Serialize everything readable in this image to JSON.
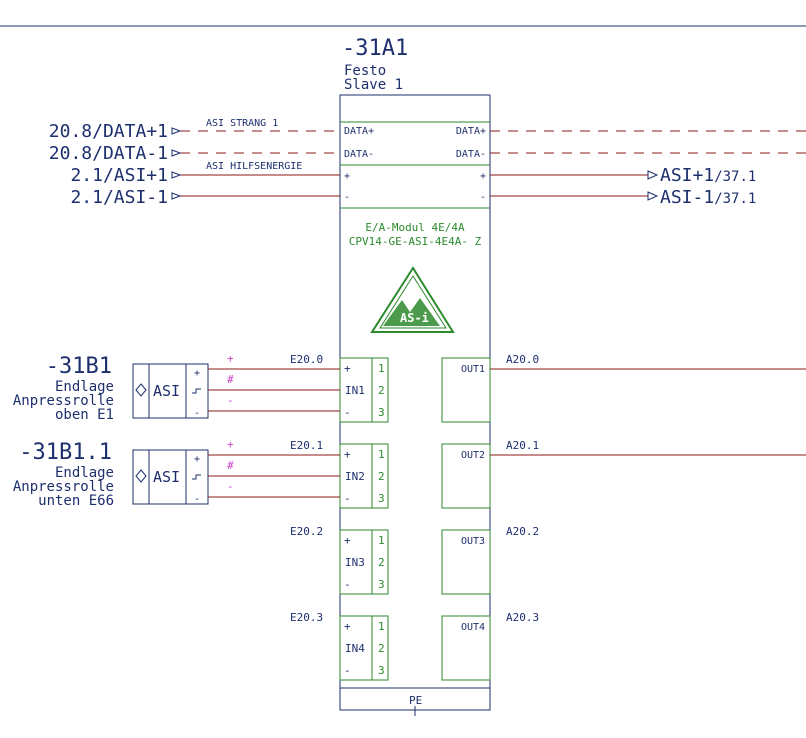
{
  "module": {
    "designation": "-31A1",
    "manufacturer": "Festo",
    "slave": "Slave 1",
    "type_line1": "E/A-Modul 4E/4A",
    "type_line2": "CPV14-GE-ASI-4E4A- Z",
    "logo_text": "AS-i",
    "pe_label": "PE"
  },
  "bus": {
    "left_refs": [
      "20.8/DATA+1",
      "20.8/DATA-1",
      "2.1/ASI+1",
      "2.1/ASI-1"
    ],
    "left_pins": [
      "DATA+",
      "DATA-",
      "+",
      "-"
    ],
    "right_pins": [
      "DATA+",
      "DATA-",
      "+",
      "-"
    ],
    "right_refs": [
      "ASI+1",
      "ASI-1"
    ],
    "right_ref_suffix": [
      "/37.1",
      "/37.1"
    ],
    "strang_label": "ASI STRANG 1",
    "hilfs_label": "ASI HILFSENERGIE"
  },
  "inputs": [
    {
      "addr": "E20.0",
      "label": "IN1",
      "pins": [
        "+",
        "-"
      ],
      "nums": [
        "1",
        "2",
        "3"
      ]
    },
    {
      "addr": "E20.1",
      "label": "IN2",
      "pins": [
        "+",
        "-"
      ],
      "nums": [
        "1",
        "2",
        "3"
      ]
    },
    {
      "addr": "E20.2",
      "label": "IN3",
      "pins": [
        "+",
        "-"
      ],
      "nums": [
        "1",
        "2",
        "3"
      ]
    },
    {
      "addr": "E20.3",
      "label": "IN4",
      "pins": [
        "+",
        "-"
      ],
      "nums": [
        "1",
        "2",
        "3"
      ]
    }
  ],
  "outputs": [
    {
      "addr": "A20.0",
      "label": "OUT1"
    },
    {
      "addr": "A20.1",
      "label": "OUT2"
    },
    {
      "addr": "A20.2",
      "label": "OUT3"
    },
    {
      "addr": "A20.3",
      "label": "OUT4"
    }
  ],
  "sensors": [
    {
      "tag": "-31B1",
      "desc": [
        "Endlage",
        "Anpressrolle",
        "oben E1"
      ],
      "box_label": "ASI",
      "pins": [
        "+",
        "-"
      ],
      "wire_marks": [
        "+",
        "#",
        "-"
      ]
    },
    {
      "tag": "-31B1.1",
      "desc": [
        "Endlage",
        "Anpressrolle",
        "unten E66"
      ],
      "box_label": "ASI",
      "pins": [
        "+",
        "-"
      ],
      "wire_marks": [
        "+",
        "#",
        "-"
      ]
    }
  ],
  "colors": {
    "wire": "#8b1a1a",
    "ink": "#1e2f6e",
    "green": "#2d8a2d",
    "magenta": "#cc44cc"
  }
}
